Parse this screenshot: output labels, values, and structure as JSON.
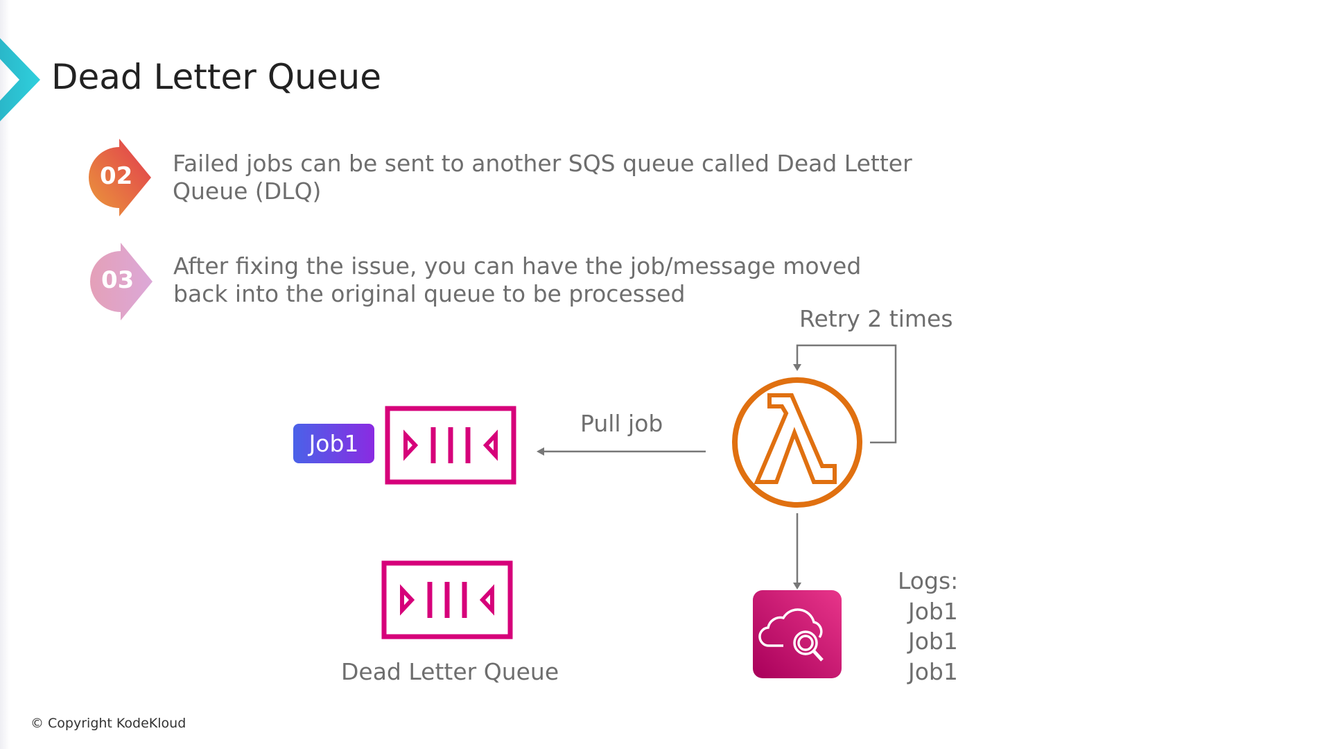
{
  "title": "Dead Letter Queue",
  "bullets": [
    {
      "number": "02",
      "text_line1": "Failed jobs can be sent to another SQS queue called Dead Letter",
      "text_line2": "Queue (DLQ)"
    },
    {
      "number": "03",
      "text_line1": "After fixing the issue, you can have the job/message moved",
      "text_line2": "back into the original queue to be processed"
    }
  ],
  "diagram": {
    "job_badge": "Job1",
    "pull_label": "Pull job",
    "retry_label": "Retry 2 times",
    "dlq_label": "Dead Letter Queue",
    "logs_label": "Logs:",
    "log_entries": [
      "Job1",
      "Job1",
      "Job1"
    ]
  },
  "footer": {
    "copyright": "© Copyright KodeKloud"
  },
  "colors": {
    "accent": "#1fc4d4",
    "queue": "#d6007a",
    "lambda": "#e07010",
    "cloudwatch": "#d0166e",
    "text": "#6e6e6e"
  }
}
